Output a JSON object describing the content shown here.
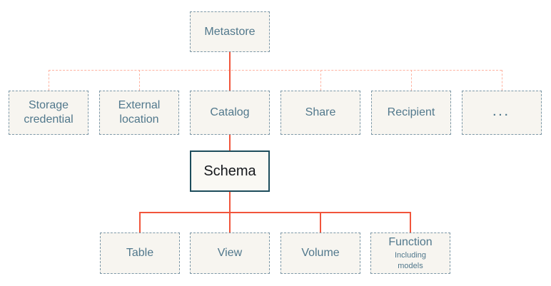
{
  "diagram": {
    "type": "hierarchy",
    "nodes": {
      "metastore": {
        "label": "Metastore"
      },
      "storage_credential": {
        "label": "Storage credential"
      },
      "external_location": {
        "label": "External location"
      },
      "catalog": {
        "label": "Catalog"
      },
      "share": {
        "label": "Share"
      },
      "recipient": {
        "label": "Recipient"
      },
      "more": {
        "label": "..."
      },
      "schema": {
        "label": "Schema"
      },
      "table": {
        "label": "Table"
      },
      "view": {
        "label": "View"
      },
      "volume": {
        "label": "Volume"
      },
      "function": {
        "label": "Function",
        "sublabel": "Including\nmodels"
      }
    },
    "edges": [
      {
        "from": "Metastore",
        "to": "Storage credential",
        "style": "dashed"
      },
      {
        "from": "Metastore",
        "to": "External location",
        "style": "dashed"
      },
      {
        "from": "Metastore",
        "to": "Catalog",
        "style": "solid"
      },
      {
        "from": "Metastore",
        "to": "Share",
        "style": "dashed"
      },
      {
        "from": "Metastore",
        "to": "Recipient",
        "style": "dashed"
      },
      {
        "from": "Metastore",
        "to": "...",
        "style": "dashed"
      },
      {
        "from": "Catalog",
        "to": "Schema",
        "style": "solid"
      },
      {
        "from": "Schema",
        "to": "Table",
        "style": "solid"
      },
      {
        "from": "Schema",
        "to": "View",
        "style": "solid"
      },
      {
        "from": "Schema",
        "to": "Volume",
        "style": "solid"
      },
      {
        "from": "Schema",
        "to": "Function",
        "style": "solid"
      }
    ],
    "colors": {
      "background": "#ffffff",
      "box_fill": "#f7f5f0",
      "box_border": "#7d98a7",
      "box_text": "#51788c",
      "schema_border": "#1d4d5c",
      "schema_text": "#15181c",
      "solid_line": "#f1553b",
      "dashed_line": "#ffb2a0"
    }
  }
}
